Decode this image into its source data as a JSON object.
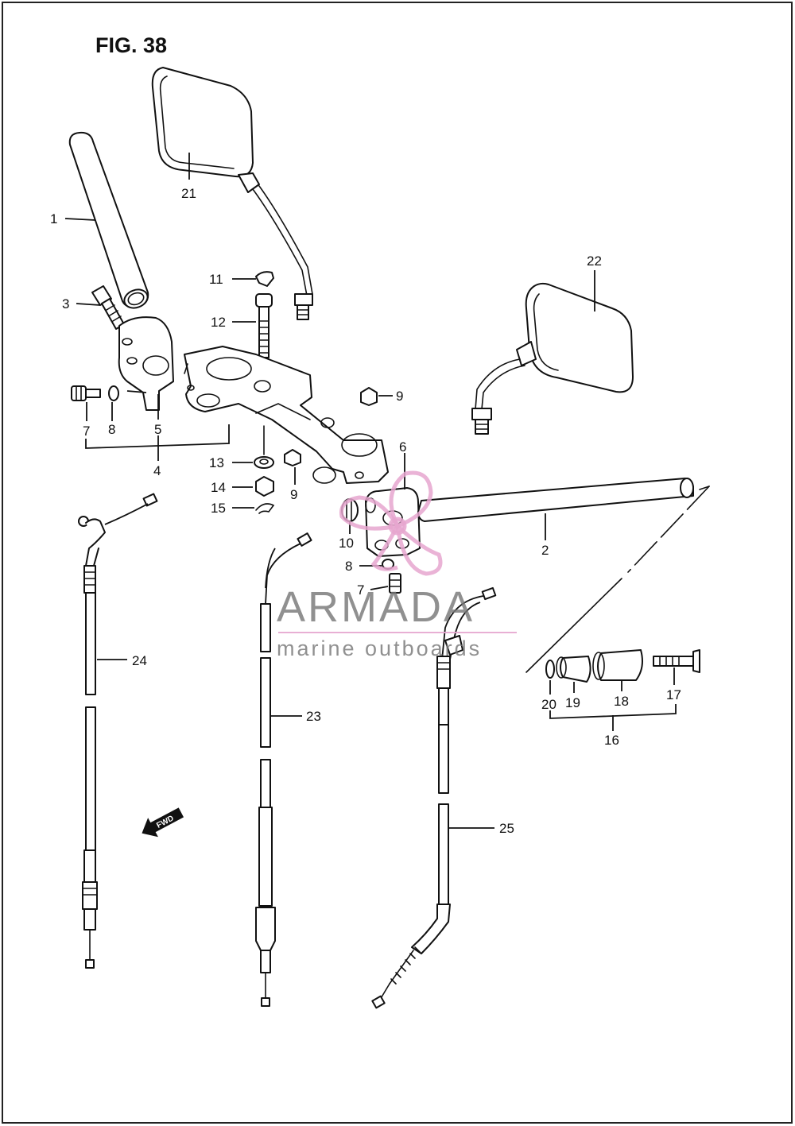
{
  "figure": {
    "title": "FIG. 38"
  },
  "watermark": {
    "brand": "ARMADA",
    "tagline": "marine outboards",
    "accent_color": "#e6a6cf",
    "text_color": "#777777"
  },
  "fwd_marker": {
    "label": "FWD",
    "icon": "fwd-arrow-icon"
  },
  "callouts": [
    "1",
    "2",
    "3",
    "4",
    "5",
    "6",
    "7",
    "7",
    "8",
    "8",
    "9",
    "9",
    "10",
    "11",
    "12",
    "13",
    "14",
    "15",
    "16",
    "17",
    "18",
    "19",
    "20",
    "21",
    "22",
    "23",
    "24",
    "25"
  ]
}
